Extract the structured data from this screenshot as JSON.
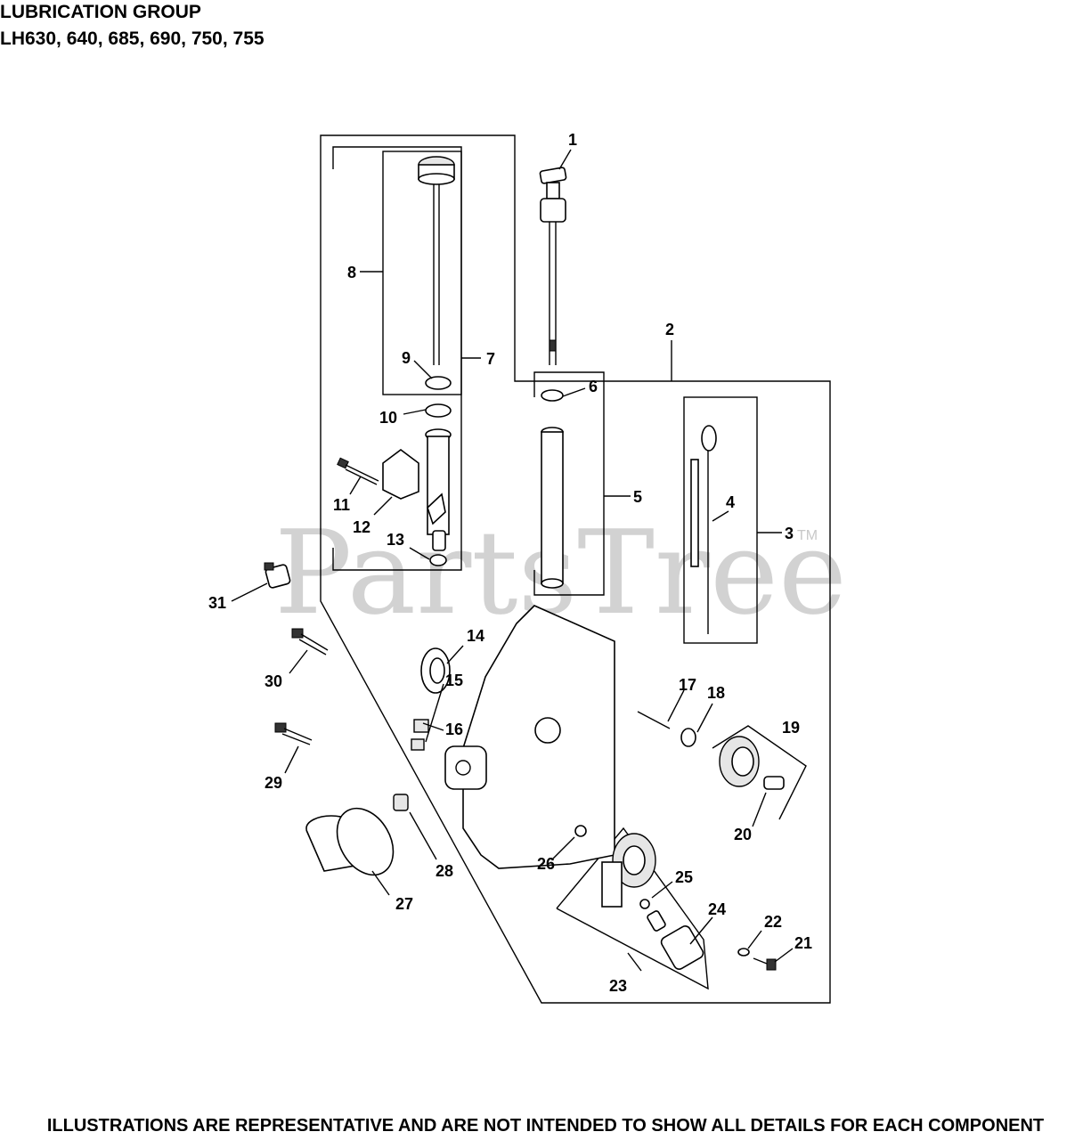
{
  "header": {
    "title": "LUBRICATION GROUP",
    "models": "LH630, 640, 685, 690, 750, 755"
  },
  "watermark": {
    "text": "PartsTree",
    "tm": "TM"
  },
  "footer": "ILLUSTRATIONS ARE REPRESENTATIVE AND ARE NOT INTENDED TO SHOW ALL DETAILS FOR EACH COMPONENT",
  "callouts": [
    "1",
    "2",
    "3",
    "4",
    "5",
    "6",
    "7",
    "8",
    "9",
    "10",
    "11",
    "12",
    "13",
    "14",
    "15",
    "16",
    "17",
    "18",
    "19",
    "20",
    "21",
    "22",
    "23",
    "24",
    "25",
    "26",
    "27",
    "28",
    "29",
    "30",
    "31"
  ]
}
